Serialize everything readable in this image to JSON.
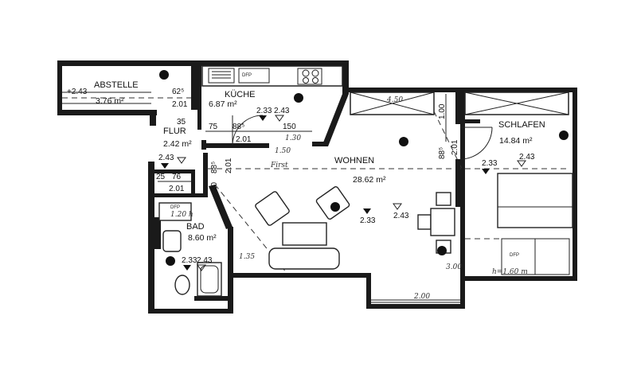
{
  "rooms": {
    "abstelle": {
      "name": "ABSTELLE",
      "area": "3.76 m²",
      "level": "+2.43"
    },
    "kueche": {
      "name": "KÜCHE",
      "area": "6.87 m²",
      "level_a": "2.33",
      "level_b": "2.43"
    },
    "flur": {
      "name": "FLUR",
      "area": "2.42 m²",
      "level": "2.43"
    },
    "wohnen": {
      "name": "WOHNEN",
      "area": "28.62 m²",
      "level_a": "2.33",
      "level_b": "2.43",
      "beam": "First"
    },
    "schlafen": {
      "name": "SCHLAFEN",
      "area": "14.84 m²",
      "level_a": "2.33",
      "level_b": "2.43"
    },
    "bad": {
      "name": "BAD",
      "area": "8.60 m²",
      "level_a": "2.33",
      "level_b": "2.43"
    }
  },
  "dims": {
    "d625": "62⁵",
    "d201a": "2.01",
    "d35": "35",
    "d75": "75",
    "d885a": "88⁵",
    "d150": "150",
    "d201b": "2.01",
    "d100": "1.00",
    "d885b": "88⁵",
    "d201c": "2.01",
    "d885c": "88⁵",
    "d201d": "2.01",
    "d25": "25",
    "d76": "76",
    "d20": "20",
    "d201e": "2.01"
  },
  "notes": {
    "dfp1": "DFP",
    "dfp2": "DFP",
    "dfp3": "DFP",
    "h160": "h=1.60 m",
    "n150": "1.50",
    "n130": "1.30",
    "n1120": "1.20 h",
    "n135": "1.35",
    "n300": "3.00",
    "n450": "4.50",
    "n200": "2.00"
  },
  "icons": [
    "floor-drain-icon",
    "level-marker-icon",
    "door-swing-icon"
  ]
}
